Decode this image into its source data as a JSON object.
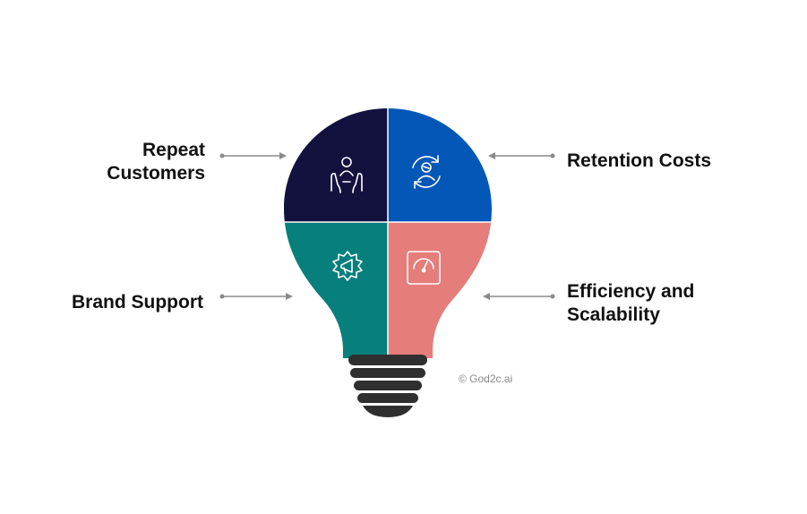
{
  "labels": {
    "repeat_customers": [
      "Repeat",
      "Customers"
    ],
    "retention_costs": [
      "Retention Costs"
    ],
    "brand_support": [
      "Brand Support"
    ],
    "efficiency_scalability": [
      "Efficiency and",
      "Scalability"
    ]
  },
  "credit": "© God2c.ai",
  "quadrants": [
    {
      "id": "repeat-customers",
      "color": "#13123f",
      "icon": "hands-person-icon"
    },
    {
      "id": "retention-costs",
      "color": "#0357b7",
      "icon": "person-cycle-icon"
    },
    {
      "id": "brand-support",
      "color": "#077f7c",
      "icon": "megaphone-badge-icon"
    },
    {
      "id": "efficiency-scalability",
      "color": "#e57d7b",
      "icon": "gauge-icon"
    }
  ],
  "colors": {
    "arrow": "#8a8a8a",
    "base": "#2f2f2f",
    "label": "#111111",
    "icon_stroke": "#ffffff"
  }
}
